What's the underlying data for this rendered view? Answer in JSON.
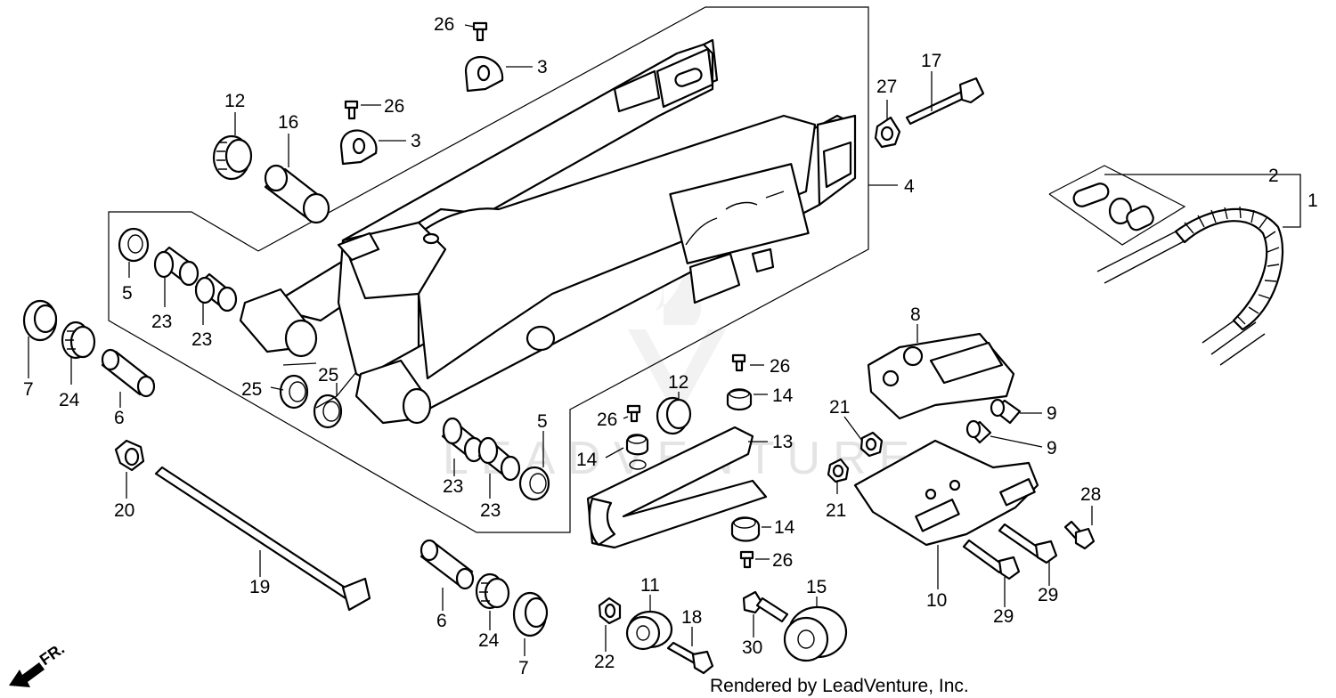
{
  "diagram": {
    "credit": "Rendered by LeadVenture, Inc.",
    "watermark": "LEADVENTURE",
    "direction_label": "FR.",
    "callouts": [
      {
        "id": "c26a",
        "text": "26"
      },
      {
        "id": "c3a",
        "text": "3"
      },
      {
        "id": "c12a",
        "text": "12"
      },
      {
        "id": "c16",
        "text": "16"
      },
      {
        "id": "c26b",
        "text": "26"
      },
      {
        "id": "c3b",
        "text": "3"
      },
      {
        "id": "c27",
        "text": "27"
      },
      {
        "id": "c17",
        "text": "17"
      },
      {
        "id": "c2",
        "text": "2"
      },
      {
        "id": "c1",
        "text": "1"
      },
      {
        "id": "c4",
        "text": "4"
      },
      {
        "id": "c5a",
        "text": "5"
      },
      {
        "id": "c23a",
        "text": "23"
      },
      {
        "id": "c23b",
        "text": "23"
      },
      {
        "id": "c7a",
        "text": "7"
      },
      {
        "id": "c24a",
        "text": "24"
      },
      {
        "id": "c6a",
        "text": "6"
      },
      {
        "id": "c25a",
        "text": "25"
      },
      {
        "id": "c25b",
        "text": "25"
      },
      {
        "id": "c8",
        "text": "8"
      },
      {
        "id": "c26c",
        "text": "26"
      },
      {
        "id": "c14a",
        "text": "14"
      },
      {
        "id": "c12b",
        "text": "12"
      },
      {
        "id": "c26d",
        "text": "26"
      },
      {
        "id": "c13",
        "text": "13"
      },
      {
        "id": "c14b",
        "text": "14"
      },
      {
        "id": "c21a",
        "text": "21"
      },
      {
        "id": "c9a",
        "text": "9"
      },
      {
        "id": "c9b",
        "text": "9"
      },
      {
        "id": "c5b",
        "text": "5"
      },
      {
        "id": "c20",
        "text": "20"
      },
      {
        "id": "c23c",
        "text": "23"
      },
      {
        "id": "c23d",
        "text": "23"
      },
      {
        "id": "c21b",
        "text": "21"
      },
      {
        "id": "c28",
        "text": "28"
      },
      {
        "id": "c14c",
        "text": "14"
      },
      {
        "id": "c26e",
        "text": "26"
      },
      {
        "id": "c19",
        "text": "19"
      },
      {
        "id": "c10",
        "text": "10"
      },
      {
        "id": "c29a",
        "text": "29"
      },
      {
        "id": "c29b",
        "text": "29"
      },
      {
        "id": "c11",
        "text": "11"
      },
      {
        "id": "c15",
        "text": "15"
      },
      {
        "id": "c6b",
        "text": "6"
      },
      {
        "id": "c24b",
        "text": "24"
      },
      {
        "id": "c18",
        "text": "18"
      },
      {
        "id": "c30",
        "text": "30"
      },
      {
        "id": "c22",
        "text": "22"
      },
      {
        "id": "c7b",
        "text": "7"
      }
    ]
  }
}
